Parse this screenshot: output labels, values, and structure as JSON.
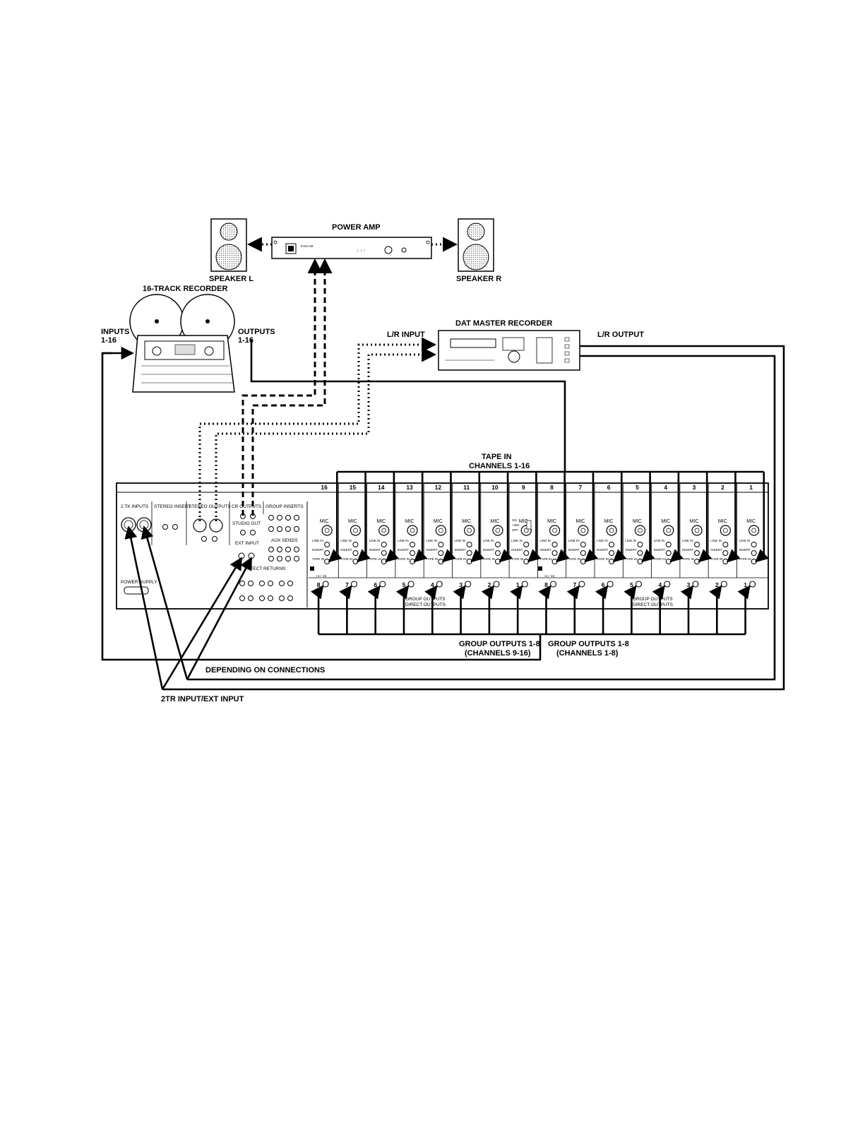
{
  "equipment": {
    "power_amp": "POWER AMP",
    "power_amp_brand": "TASCAM",
    "speaker_l": "SPEAKER L",
    "speaker_r": "SPEAKER R",
    "recorder_16": "16-TRACK RECORDER",
    "dat_recorder": "DAT MASTER RECORDER"
  },
  "connections": {
    "inputs": "INPUTS",
    "inputs_range": "1-16",
    "outputs": "OUTPUTS",
    "outputs_range": "1-16",
    "lr_input": "L/R INPUT",
    "lr_output": "L/R OUTPUT",
    "tape_in": "TAPE IN",
    "tape_in_channels": "CHANNELS 1-16",
    "group_outputs_a": "GROUP OUTPUTS 1-8",
    "group_outputs_a_ch": "(CHANNELS 9-16)",
    "group_outputs_b": "GROUP OUTPUTS 1-8",
    "group_outputs_b_ch": "(CHANNELS 1-8)",
    "depending": "DEPENDING ON CONNECTIONS",
    "ext_input": "2TR INPUT/EXT INPUT"
  },
  "mixer_panel": {
    "tk_inputs": "2 TK INPUTS",
    "stereo_insert": "STEREO INSERT",
    "stereo_outputs": "STEREO OUTPUTS",
    "cr_outputs": "CR OUTPUTS",
    "group_inserts": "GROUP INSERTS",
    "studio_out": "STUDIO OUT",
    "ext_input": "EXT INPUT",
    "aux_sends": "AUX SENDS",
    "effect_returns": "EFFECT RETURNS",
    "power_supply": "POWER SUPPLY",
    "group_direct_a": "GROUP OUTPUTS",
    "group_direct_a2": "DIRECT OUTPUTS",
    "group_direct_b": "GROUP OUTPUTS",
    "group_direct_b2": "DIRECT OUTPUTS",
    "mic": "MIC",
    "line_in": "LINE IN",
    "insert": "INSERT",
    "tape_in": "TAPE IN",
    "phantom_on": "ON",
    "phantom": "+48V",
    "phantom_off": "OFF",
    "level": "+4 / -10",
    "channels": [
      "16",
      "15",
      "14",
      "13",
      "12",
      "11",
      "10",
      "9",
      "8",
      "7",
      "6",
      "5",
      "4",
      "3",
      "2",
      "1"
    ],
    "group_nums": [
      "8",
      "7",
      "6",
      "5",
      "4",
      "3",
      "2",
      "1",
      "8",
      "7",
      "6",
      "5",
      "4",
      "3",
      "2",
      "1"
    ]
  }
}
